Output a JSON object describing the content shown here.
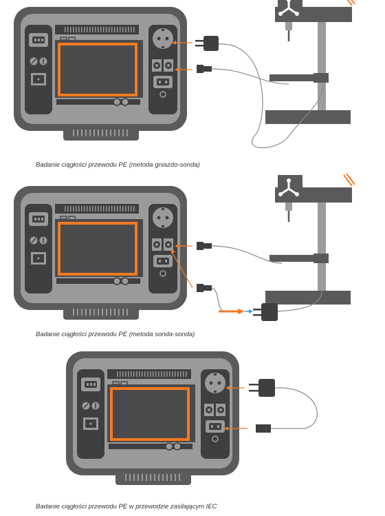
{
  "colors": {
    "device_outer": "#5b5b5d",
    "device_body": "#9a9a9a",
    "device_dark": "#3f3f41",
    "screen_border": "#f47a20",
    "screen_fill": "#4a4a4c",
    "orange": "#f47a20",
    "cable": "#8a8a8a",
    "probe_tip": "#2a9fe0",
    "drill": "#5a5a5c",
    "drill_column": "#9c9c9c"
  },
  "figures": [
    {
      "id": "socket-probe",
      "caption": "Badanie ciągłości przewodu PE (metoda gniazdo-sonda)",
      "drill_icon": "drill-press-icon"
    },
    {
      "id": "probe-probe",
      "caption": "Badanie ciągłości przewodu PE (metoda sonda-sonda)",
      "drill_icon": "drill-press-icon"
    },
    {
      "id": "iec-cable",
      "caption": "Badanie ciągłości przewodu PE w przewodzie zasilającym IEC",
      "drill_icon": ""
    }
  ]
}
